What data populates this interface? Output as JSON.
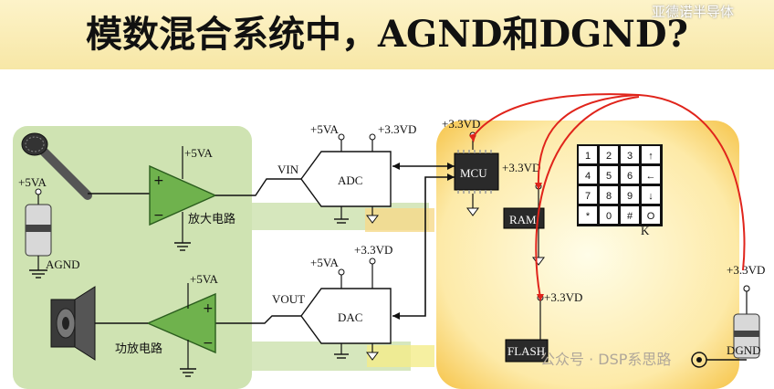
{
  "title": "模数混合系统中，AGND和DGND?",
  "watermark_top": "亚德诺半导体",
  "watermark_bottom": "公众号 · DSP系思路",
  "labels": {
    "mic_supply": "+5VA",
    "agnd": "AGND",
    "amp_top_supply": "+5VA",
    "amp_top_label": "放大电路",
    "vin": "VIN",
    "adc_supply_a": "+5VA",
    "adc_supply_d": "+3.3VD",
    "adc": "ADC",
    "dac_supply_a": "+5VA",
    "dac_supply_d": "+3.3VD",
    "dac": "DAC",
    "vout": "VOUT",
    "amp_bottom_supply": "+5VA",
    "amp_bottom_label": "功放电路",
    "mcu_supply": "+3.3VD",
    "mcu": "MCU",
    "ram_supply": "+3.3VD",
    "ram": "RAM",
    "flash_supply": "+3.3VD",
    "flash": "FLASH",
    "dgnd_supply": "+3.3VD",
    "dgnd": "DGND",
    "keypad_k": "K"
  },
  "keypad": [
    "1",
    "2",
    "3",
    "↑",
    "4",
    "5",
    "6",
    "←",
    "7",
    "8",
    "9",
    "↓",
    "*",
    "0",
    "#",
    "O"
  ],
  "colors": {
    "analog_area": "#cfe3b2",
    "digital_area": "#fbd46e",
    "op_amp": "#6fb24d",
    "red_wires": "#e0241b"
  }
}
